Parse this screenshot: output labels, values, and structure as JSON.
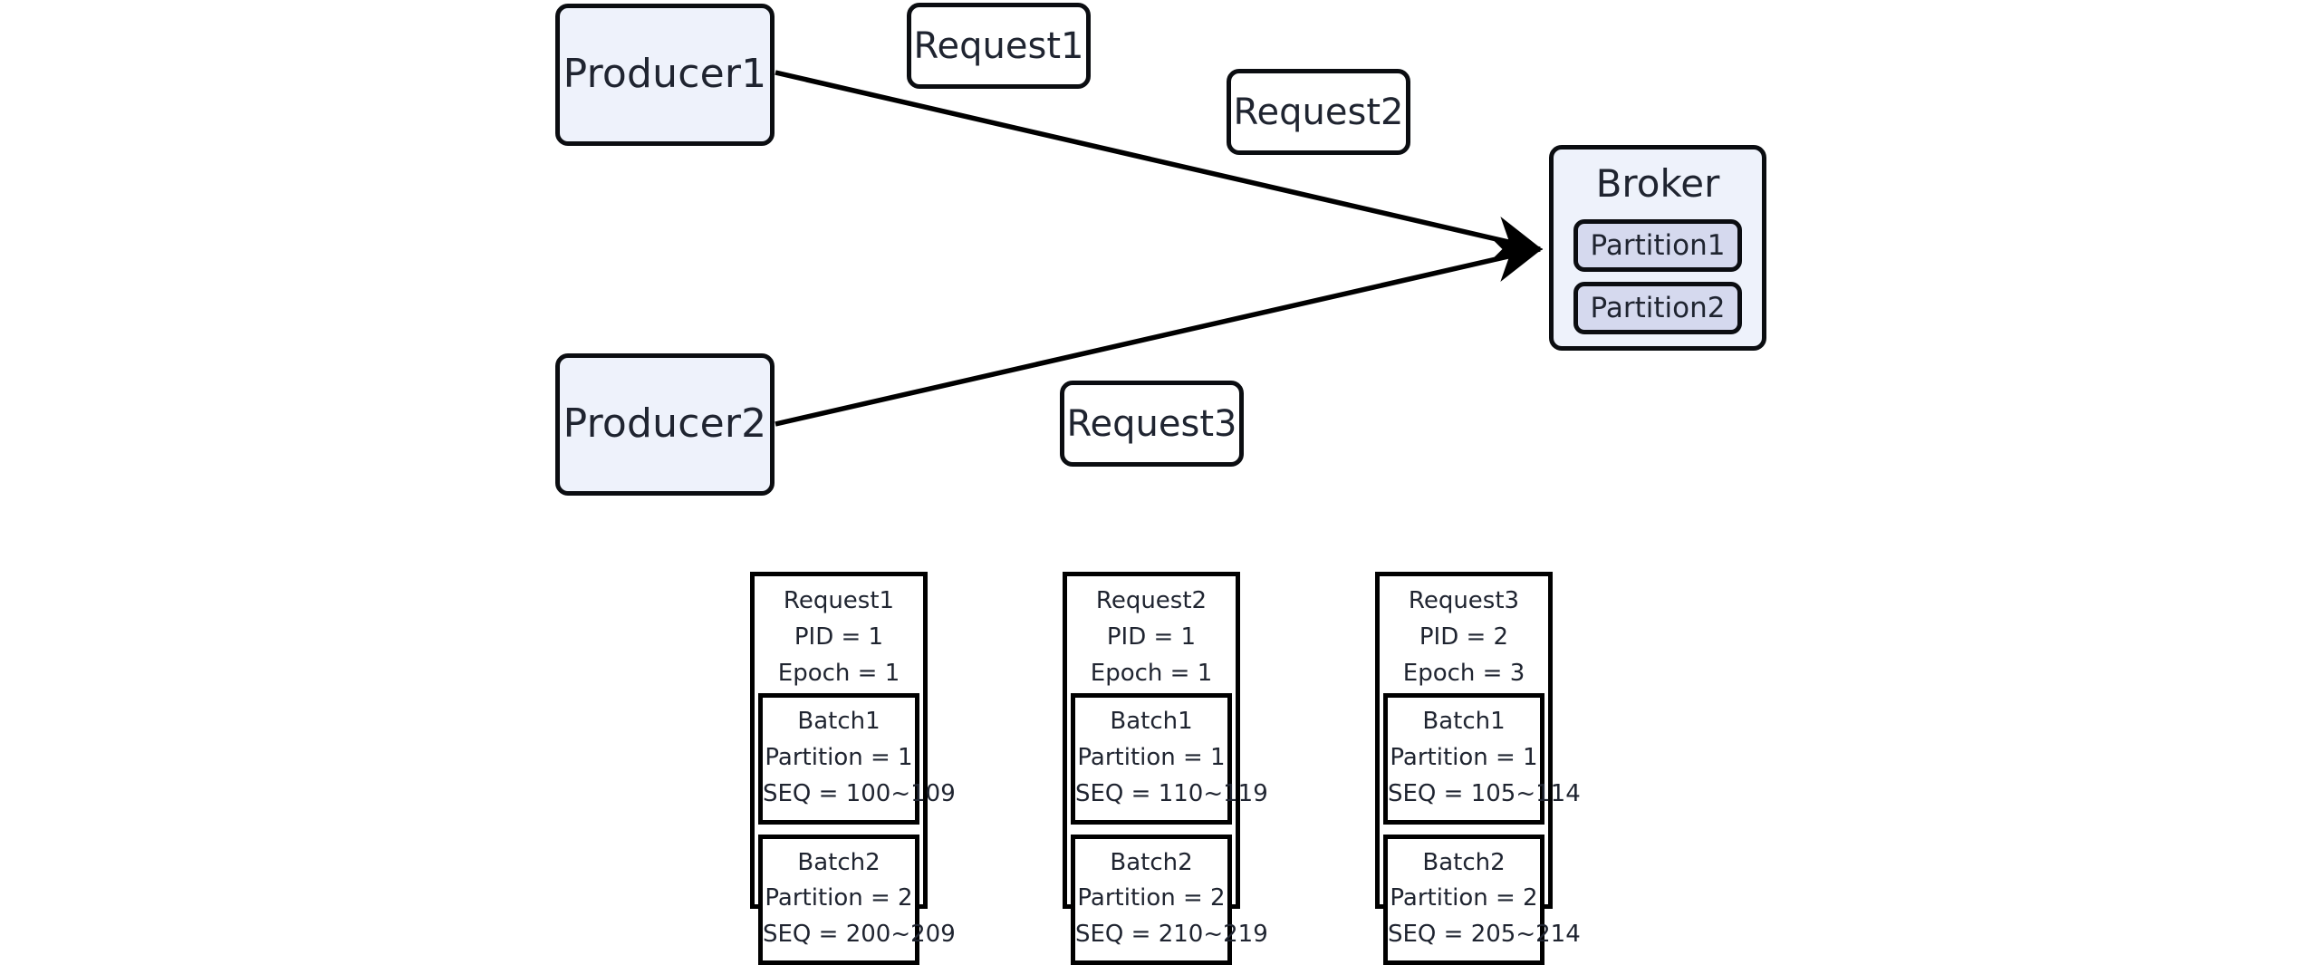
{
  "diagram": {
    "title": "Kafka idempotent producer request batching",
    "colors": {
      "node_fill": "#eef2fb",
      "partition_fill": "#d5d9ee",
      "stroke": "#0b0d11",
      "detail_stroke": "#000000",
      "background": "#ffffff"
    }
  },
  "producers": [
    {
      "id": "producer1",
      "label": "Producer1"
    },
    {
      "id": "producer2",
      "label": "Producer2"
    }
  ],
  "request_labels": [
    {
      "id": "request1",
      "label": "Request1"
    },
    {
      "id": "request2",
      "label": "Request2"
    },
    {
      "id": "request3",
      "label": "Request3"
    }
  ],
  "broker": {
    "label": "Broker",
    "partitions": [
      {
        "label": "Partition1"
      },
      {
        "label": "Partition2"
      }
    ]
  },
  "edges": [
    {
      "from": "Producer1",
      "to": "Broker",
      "label": "Request1",
      "arrowhead": true
    },
    {
      "from": "Producer2",
      "to": "Broker",
      "label": "Request3",
      "arrowhead": true
    }
  ],
  "request_details": [
    {
      "title": "Request1",
      "pid": "PID = 1",
      "epoch": "Epoch = 1",
      "batches": [
        {
          "name": "Batch1",
          "partition": "Partition = 1",
          "seq": "SEQ = 100~109"
        },
        {
          "name": "Batch2",
          "partition": "Partition = 2",
          "seq": "SEQ = 200~209"
        }
      ]
    },
    {
      "title": "Request2",
      "pid": "PID = 1",
      "epoch": "Epoch = 1",
      "batches": [
        {
          "name": "Batch1",
          "partition": "Partition = 1",
          "seq": "SEQ = 110~119"
        },
        {
          "name": "Batch2",
          "partition": "Partition = 2",
          "seq": "SEQ = 210~219"
        }
      ]
    },
    {
      "title": "Request3",
      "pid": "PID = 2",
      "epoch": "Epoch = 3",
      "batches": [
        {
          "name": "Batch1",
          "partition": "Partition = 1",
          "seq": "SEQ = 105~114"
        },
        {
          "name": "Batch2",
          "partition": "Partition = 2",
          "seq": "SEQ = 205~214"
        }
      ]
    }
  ]
}
